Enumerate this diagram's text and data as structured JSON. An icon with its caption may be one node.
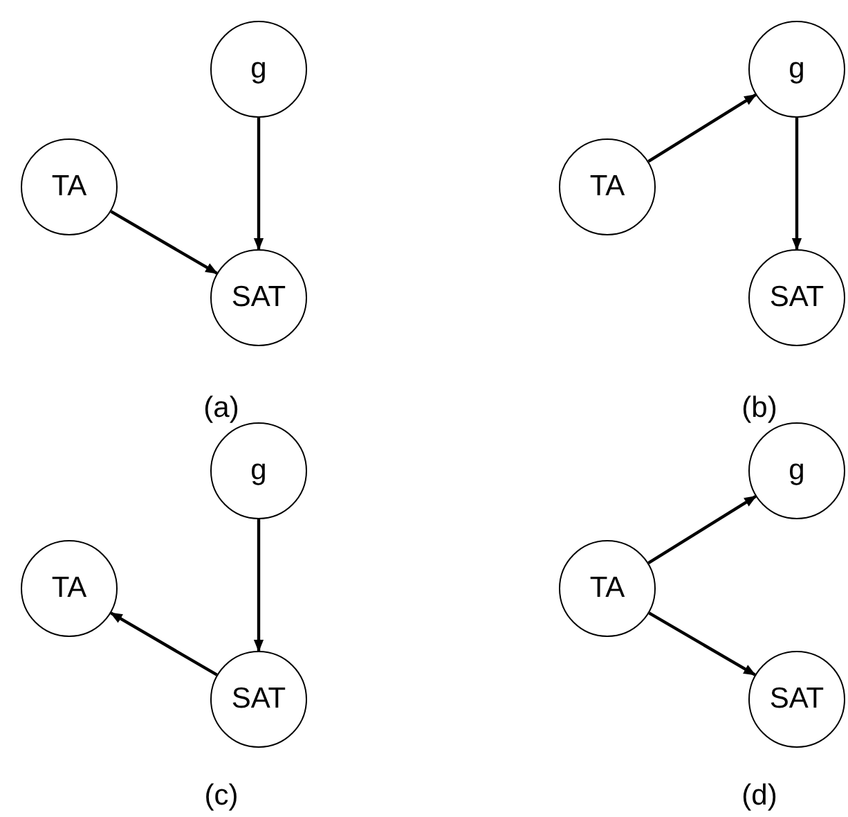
{
  "diagram": {
    "nodes": [
      {
        "text": [
          "g"
        ]
      },
      {
        "text": [
          "TA"
        ]
      },
      {
        "text": [
          "SAT"
        ]
      },
      {
        "text": [
          "g"
        ]
      },
      {
        "text": [
          "TA"
        ]
      },
      {
        "text": [
          "SAT"
        ]
      },
      {
        "text": [
          "g"
        ]
      },
      {
        "text": [
          "TA"
        ]
      },
      {
        "text": [
          "SAT"
        ]
      },
      {
        "text": [
          "g"
        ]
      },
      {
        "text": [
          "TA"
        ]
      },
      {
        "text": [
          "SAT"
        ]
      }
    ],
    "edges": [
      {
        "from": 1,
        "to": 2,
        "arrow": "to"
      },
      {
        "from": 0,
        "to": 2,
        "arrow": "to"
      },
      {
        "from": 4,
        "to": 3,
        "arrow": "to"
      },
      {
        "from": 3,
        "to": 5,
        "arrow": "to"
      },
      {
        "from": 6,
        "to": 8,
        "arrow": "to"
      },
      {
        "from": 8,
        "to": 7,
        "arrow": "to"
      },
      {
        "from": 10,
        "to": 9,
        "arrow": "to"
      },
      {
        "from": 10,
        "to": 11,
        "arrow": "to"
      }
    ],
    "labels": [
      "(a)",
      "(b)",
      "(c)",
      "(d)"
    ]
  }
}
